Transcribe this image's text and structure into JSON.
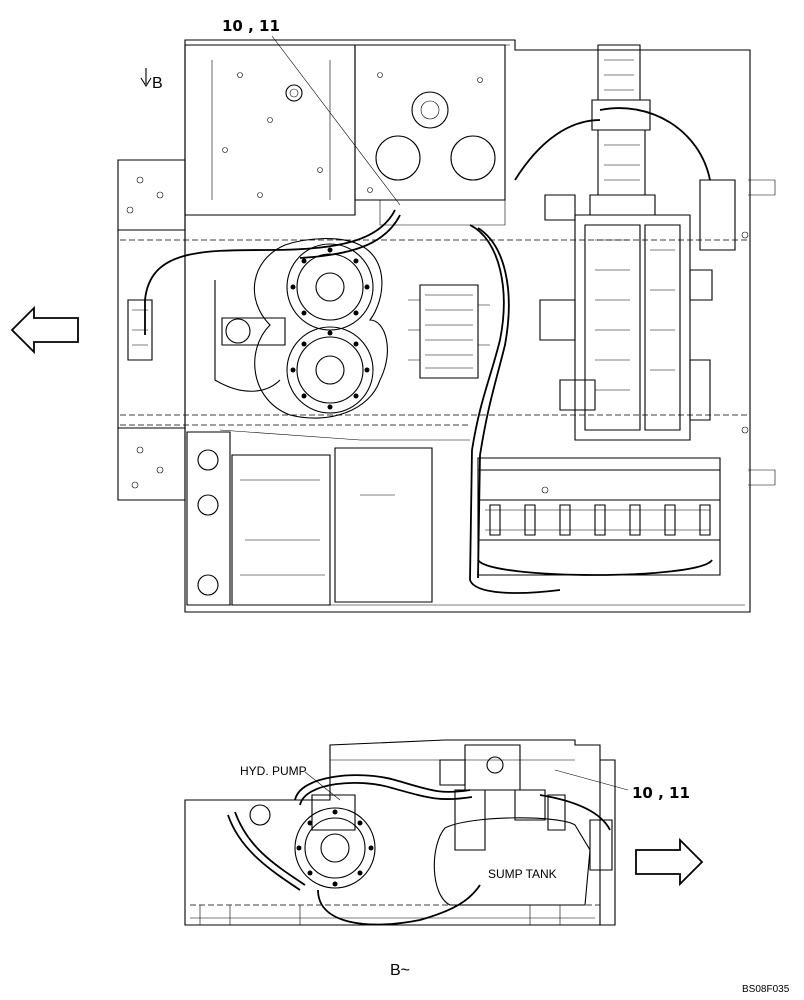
{
  "top_view": {
    "callout": "10 , 11",
    "view_marker": "B"
  },
  "bottom_view": {
    "callout": "10 , 11",
    "hyd_pump_label": "HYD. PUMP",
    "sump_tank_label": "SUMP TANK",
    "view_label": "B~"
  },
  "figure_code": "BS08F035"
}
